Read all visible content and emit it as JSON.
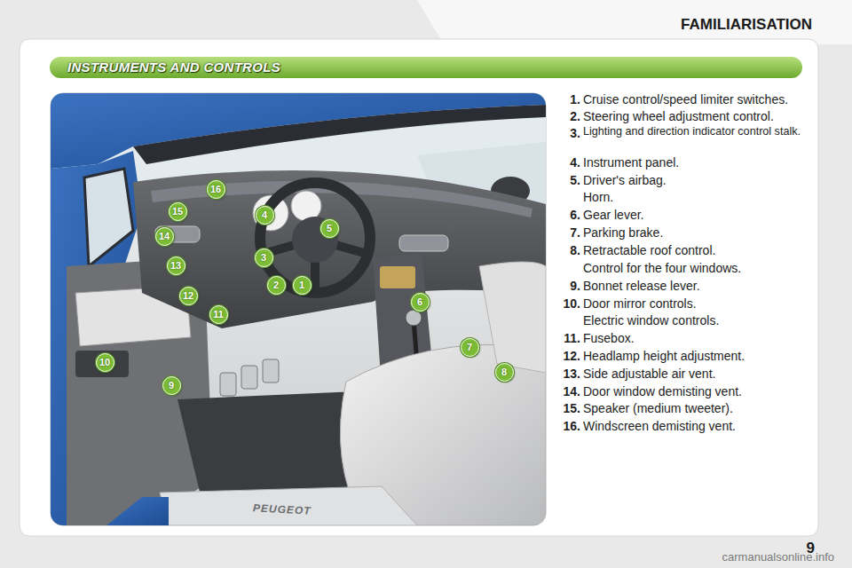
{
  "diagram": {
    "title": "INSTRUMENTS AND CONTROLS",
    "nodes": [
      {
        "text": [
          "1"
        ]
      },
      {
        "text": [
          "2"
        ]
      },
      {
        "text": [
          "3"
        ]
      },
      {
        "text": [
          "4"
        ]
      },
      {
        "text": [
          "5"
        ]
      },
      {
        "text": [
          "6"
        ]
      },
      {
        "text": [
          "7"
        ]
      },
      {
        "text": [
          "8"
        ]
      },
      {
        "text": [
          "9"
        ]
      },
      {
        "text": [
          "10"
        ]
      },
      {
        "text": [
          "11"
        ]
      },
      {
        "text": [
          "12"
        ]
      },
      {
        "text": [
          "13"
        ]
      },
      {
        "text": [
          "14"
        ]
      },
      {
        "text": [
          "15"
        ]
      },
      {
        "text": [
          "16"
        ]
      }
    ],
    "labels": [
      "FAMILIARISATION",
      "1.",
      "Cruise control/speed limiter switches.",
      "2.",
      "Steering wheel adjustment control.",
      "3.",
      "Lighting and direction indicator control stalk.",
      "4.",
      "Instrument panel.",
      "5.",
      "Driver's airbag.",
      "Horn.",
      "6.",
      "Gear lever.",
      "7.",
      "Parking brake.",
      "8.",
      "Retractable roof control.",
      "Control for the four windows.",
      "9.",
      "Bonnet release lever.",
      "10.",
      "Door mirror controls.",
      "Electric window controls.",
      "11.",
      "Fusebox.",
      "12.",
      "Headlamp height adjustment.",
      "13.",
      "Side adjustable air vent.",
      "14.",
      "Door window demisting vent.",
      "15.",
      "Speaker (medium tweeter).",
      "16.",
      "Windscreen demisting vent.",
      "PEUGEOT",
      "9",
      "carmanualsonline.info"
    ]
  }
}
